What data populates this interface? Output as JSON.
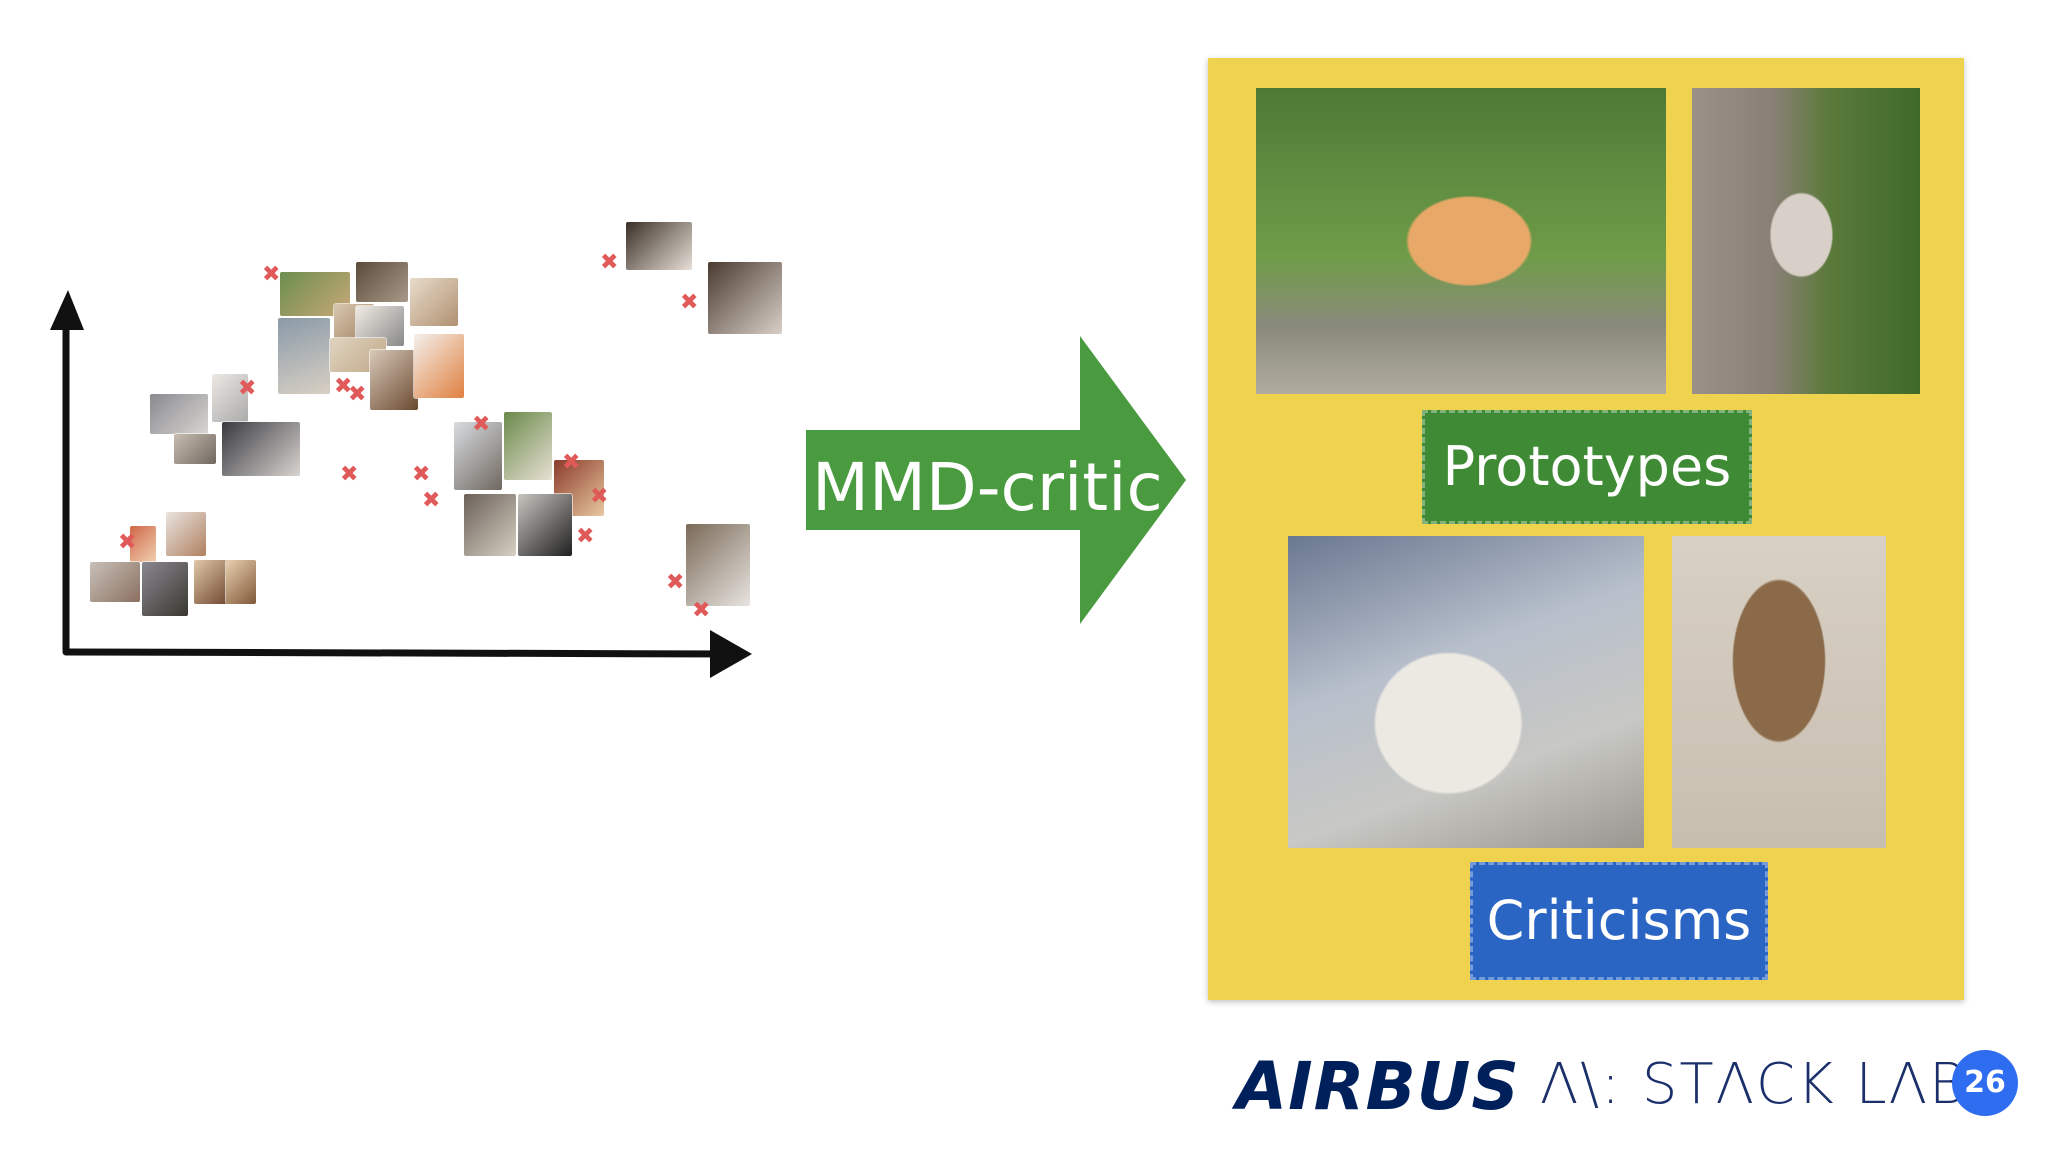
{
  "arrow": {
    "label": "MMD-critic",
    "color": "#4a9a3f"
  },
  "panel": {
    "color": "#efd24d"
  },
  "prototypes": {
    "label": "Prototypes",
    "color": "#3f8b35"
  },
  "criticisms": {
    "label": "Criticisms",
    "color": "#2b65c4"
  },
  "footer": {
    "airbus": "AIRBUS",
    "stacklabs": "Λ\\: STΛCK LΛBS",
    "page_number": "26"
  }
}
